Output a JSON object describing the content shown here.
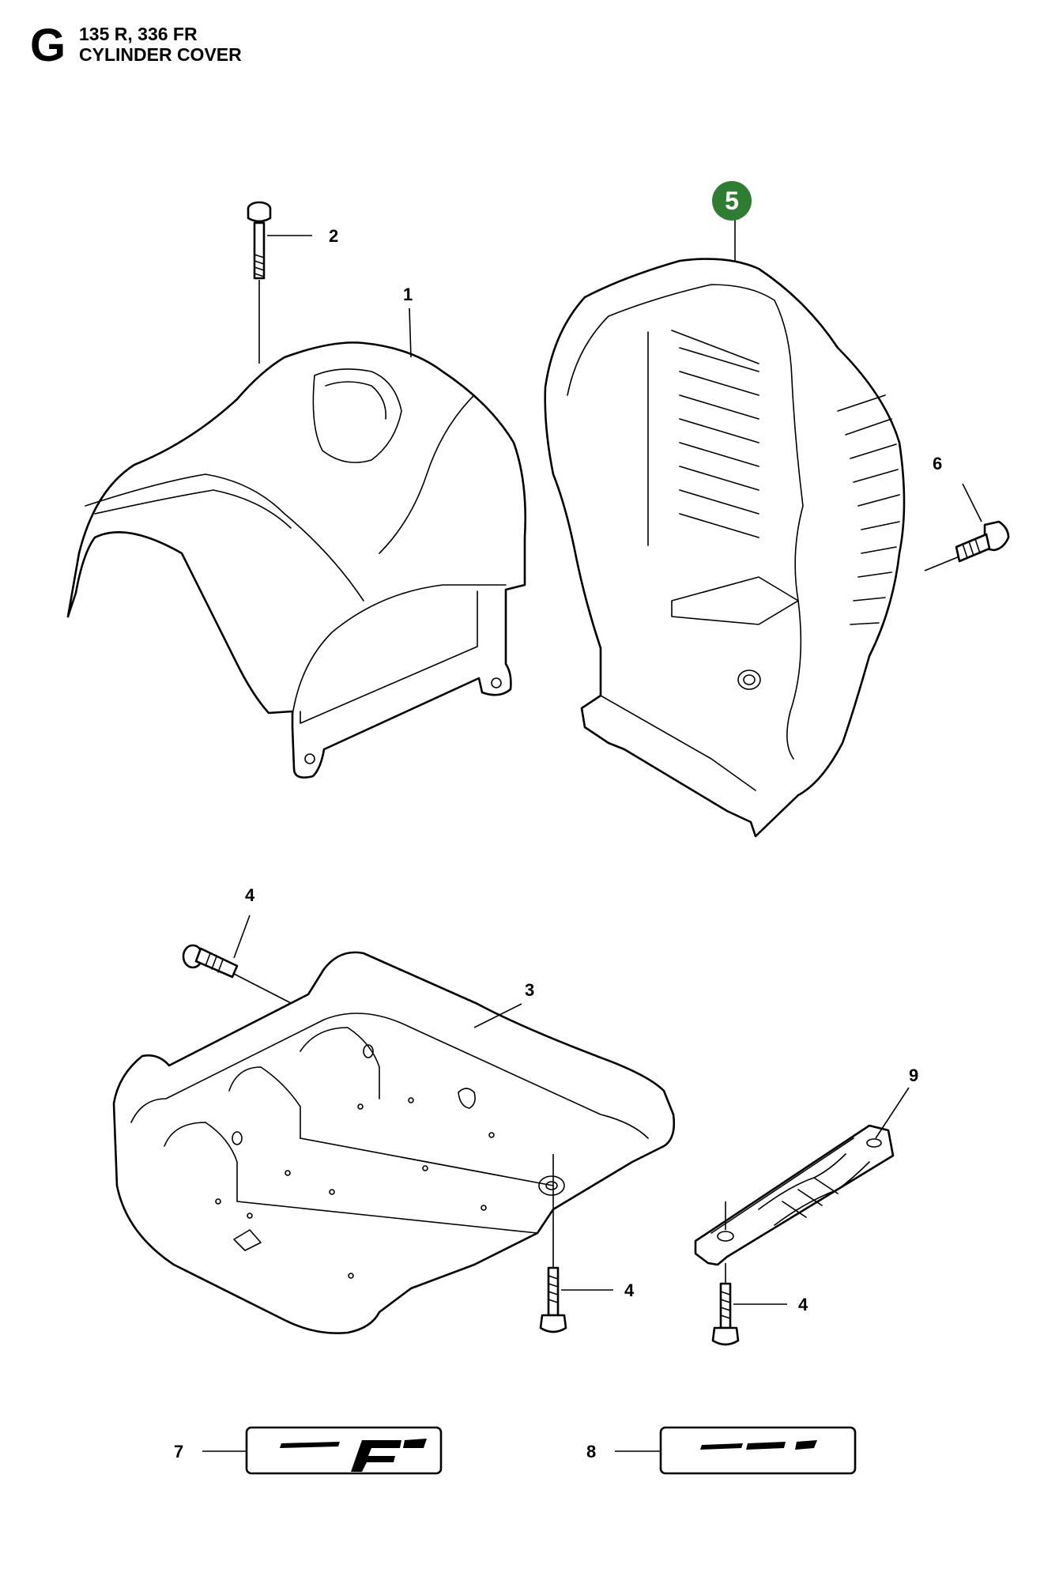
{
  "header": {
    "section_letter": "G",
    "models": "135 R, 336 FR",
    "title": "CYLINDER COVER"
  },
  "callouts": {
    "c1": "1",
    "c2": "2",
    "c3": "3",
    "c4a": "4",
    "c4b": "4",
    "c4c": "4",
    "c5": "5",
    "c6": "6",
    "c7": "7",
    "c8": "8",
    "c9": "9"
  },
  "colors": {
    "highlight_badge": "#2e7d32",
    "line": "#000000",
    "background": "#ffffff"
  }
}
